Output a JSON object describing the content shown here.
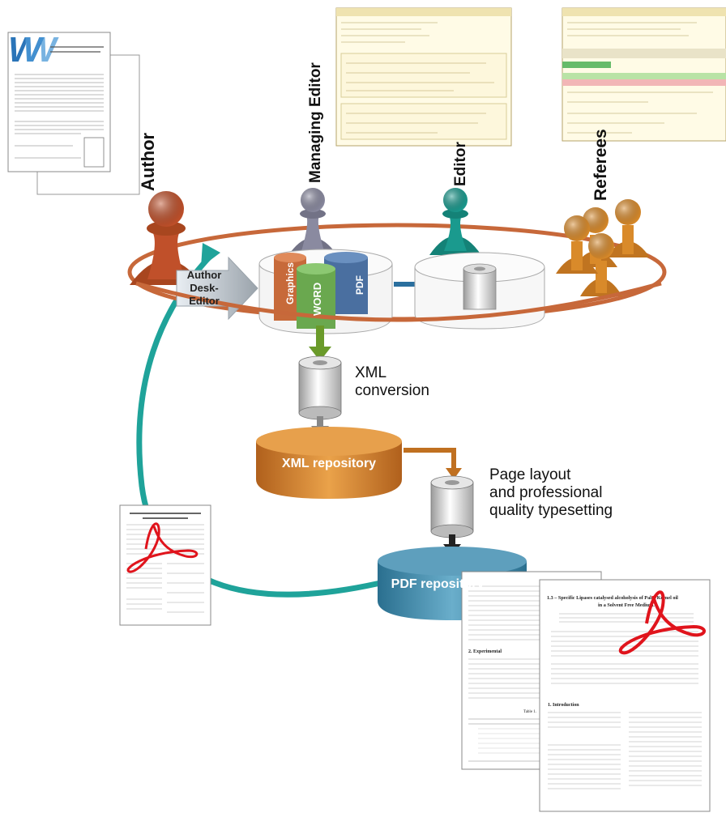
{
  "roles": {
    "author": "Author",
    "managing_editor": "Managing Editor",
    "editor": "Editor",
    "referees": "Referees"
  },
  "desk_editor": {
    "line1": "Author",
    "line2": "Desk-",
    "line3": "Editor"
  },
  "tank_labels": {
    "graphics": "Graphics",
    "word": "WORD",
    "pdf": "PDF"
  },
  "xml_conversion": {
    "line1": "XML",
    "line2": "conversion"
  },
  "page_layout": {
    "line1": "Page layout",
    "line2": "and professional",
    "line3": "quality typesetting"
  },
  "repositories": {
    "xml": "XML repository",
    "pdf": "PDF repository"
  },
  "paper": {
    "title_line1": "1.3 – Specific Lipases catalysed alcoholysis of Palm Kernel oil",
    "title_line2": "in a Solvent Free Medium.",
    "section_intro": "1. Introduction",
    "section_exp": "2.   Experimental",
    "table_caption": "Table 1."
  },
  "colors": {
    "author": "#c0502a",
    "managing_editor": "#8a8aa0",
    "editor": "#1a9a8e",
    "referees": "#d98a2a",
    "ellipse": "#c7683a",
    "teal_arrow": "#1fa39a",
    "xml_repo": "#d9872e",
    "pdf_repo": "#3f87a8",
    "word": "#6aa84f",
    "graphics": "#c76a3a",
    "pdf_tank": "#4a6fa0"
  }
}
